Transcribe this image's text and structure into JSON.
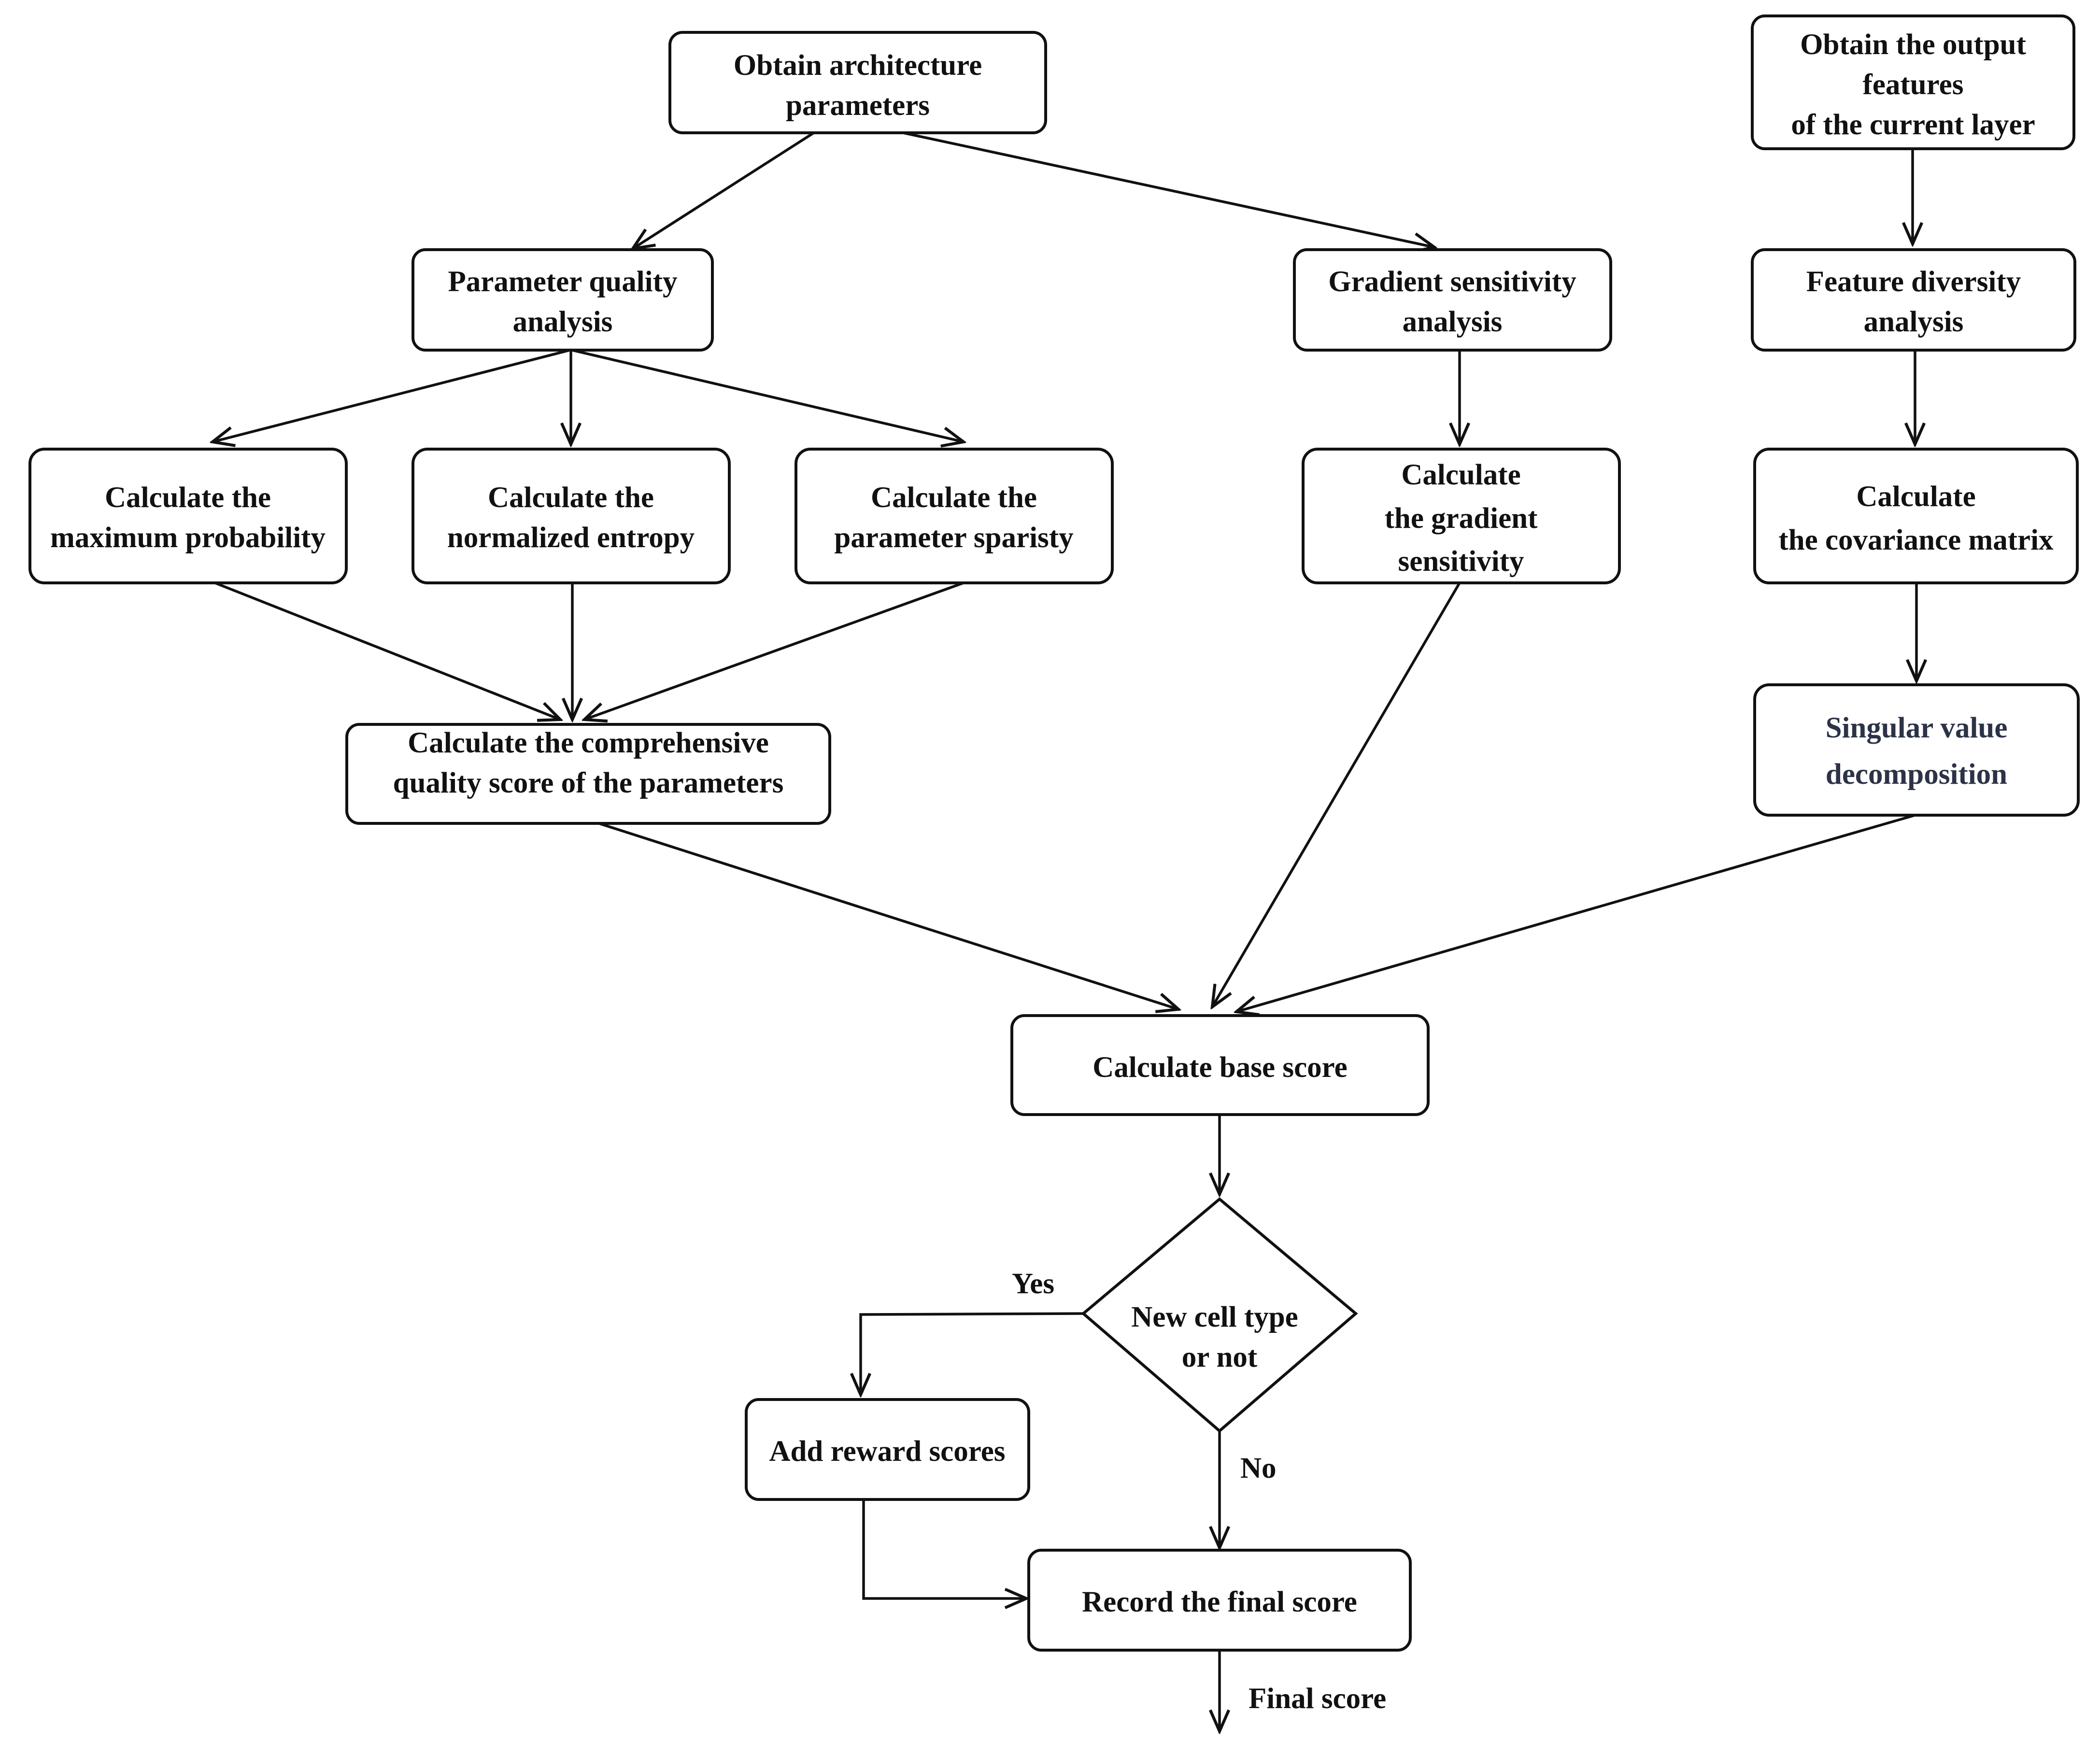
{
  "nodes": {
    "obtain_arch": {
      "lines": [
        "Obtain architecture",
        "parameters"
      ]
    },
    "obtain_output": {
      "lines": [
        "Obtain the output",
        "features",
        "of the current layer"
      ]
    },
    "param_quality": {
      "lines": [
        "Parameter quality",
        "analysis"
      ]
    },
    "gradient_analysis": {
      "lines": [
        "Gradient sensitivity",
        "analysis"
      ]
    },
    "feature_diversity": {
      "lines": [
        "Feature diversity",
        "analysis"
      ]
    },
    "max_prob": {
      "lines": [
        "Calculate the",
        "maximum probability"
      ]
    },
    "norm_entropy": {
      "lines": [
        "Calculate the",
        "normalized entropy"
      ]
    },
    "param_sparsity": {
      "lines": [
        "Calculate the",
        "parameter sparisty"
      ]
    },
    "grad_sensitivity": {
      "lines": [
        "Calculate",
        "the  gradient",
        "sensitivity"
      ]
    },
    "covariance": {
      "lines": [
        "Calculate",
        "the covariance matrix"
      ]
    },
    "comprehensive": {
      "lines": [
        "Calculate the comprehensive",
        "quality score of the parameters"
      ]
    },
    "svd": {
      "lines": [
        "Singular value",
        "decomposition"
      ]
    },
    "base_score": {
      "lines": [
        "Calculate base score"
      ]
    },
    "decision": {
      "lines": [
        "New cell type",
        "or not"
      ]
    },
    "reward": {
      "lines": [
        "Add reward scores"
      ]
    },
    "record": {
      "lines": [
        "Record the final score"
      ]
    }
  },
  "edge_labels": {
    "yes": "Yes",
    "no": "No",
    "final": "Final score"
  },
  "colors": {
    "stroke": "#111111",
    "text": "#111111",
    "accent_text": "#2c3347",
    "background": "#ffffff"
  }
}
